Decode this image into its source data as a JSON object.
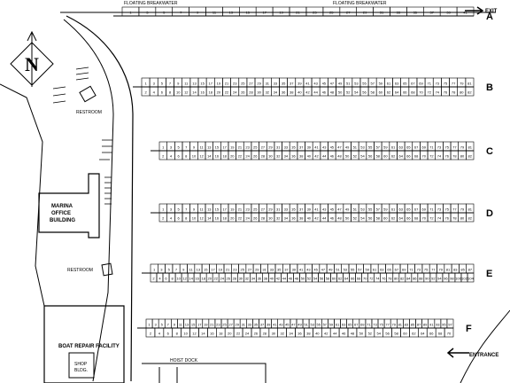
{
  "top_labels": {
    "floating_breakwater_left": "FLOATING BREAKWATER",
    "floating_breakwater_right": "FLOATING BREAKWATER",
    "exit": "EXIT",
    "entrance": "ENTRANCE",
    "north": "N"
  },
  "buildings": {
    "restroom_top": "RESTROOM",
    "restroom_bottom": "RESTROOM",
    "marina_office_1": "MARINA",
    "marina_office_2": "OFFICE",
    "marina_office_3": "BUILDING",
    "boat_repair": "BOAT REPAIR FACILITY",
    "shop_1": "SHOP",
    "shop_2": "BLDG.",
    "hoist_dock": "HOIST DOCK"
  },
  "docks": [
    {
      "id": "A",
      "top_start": 1,
      "top_end": 41,
      "bottom_start": 2,
      "bottom_end": 20
    },
    {
      "id": "B",
      "top_start": 1,
      "top_end": 81,
      "bottom_start": 2,
      "bottom_end": 82
    },
    {
      "id": "C",
      "top_start": 1,
      "top_end": 81,
      "bottom_start": 2,
      "bottom_end": 82
    },
    {
      "id": "D",
      "top_start": 1,
      "top_end": 81,
      "bottom_start": 2,
      "bottom_end": 82
    },
    {
      "id": "E",
      "top_start": 1,
      "top_end": 87,
      "bottom_start": 2,
      "bottom_end": 104
    },
    {
      "id": "F",
      "top_start": 1,
      "top_end": 97,
      "bottom_start": 2,
      "bottom_end": 70
    }
  ]
}
